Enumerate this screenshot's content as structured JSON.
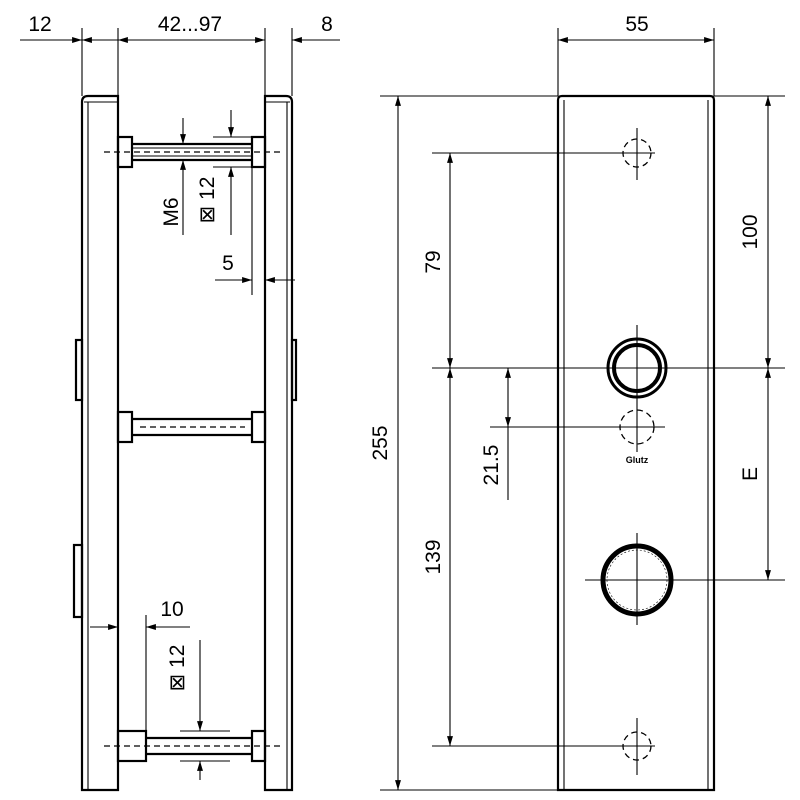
{
  "side_view": {
    "dim_left_plate": "12",
    "dim_door_thickness": "42...97",
    "dim_right_plate": "8",
    "dim_thread": "M6",
    "dim_square_top": "⊠ 12",
    "dim_offset": "5",
    "dim_rod_inset": "10",
    "dim_square_bottom": "⊠ 12"
  },
  "front_view": {
    "dim_width": "55",
    "dim_height": "255",
    "dim_top_to_handle": "79",
    "dim_handle_to_bottom": "139",
    "dim_handle_to_key": "21.5",
    "dim_top_to_handle_axis": "100",
    "dim_backset": "E",
    "logo": "Glutz"
  }
}
